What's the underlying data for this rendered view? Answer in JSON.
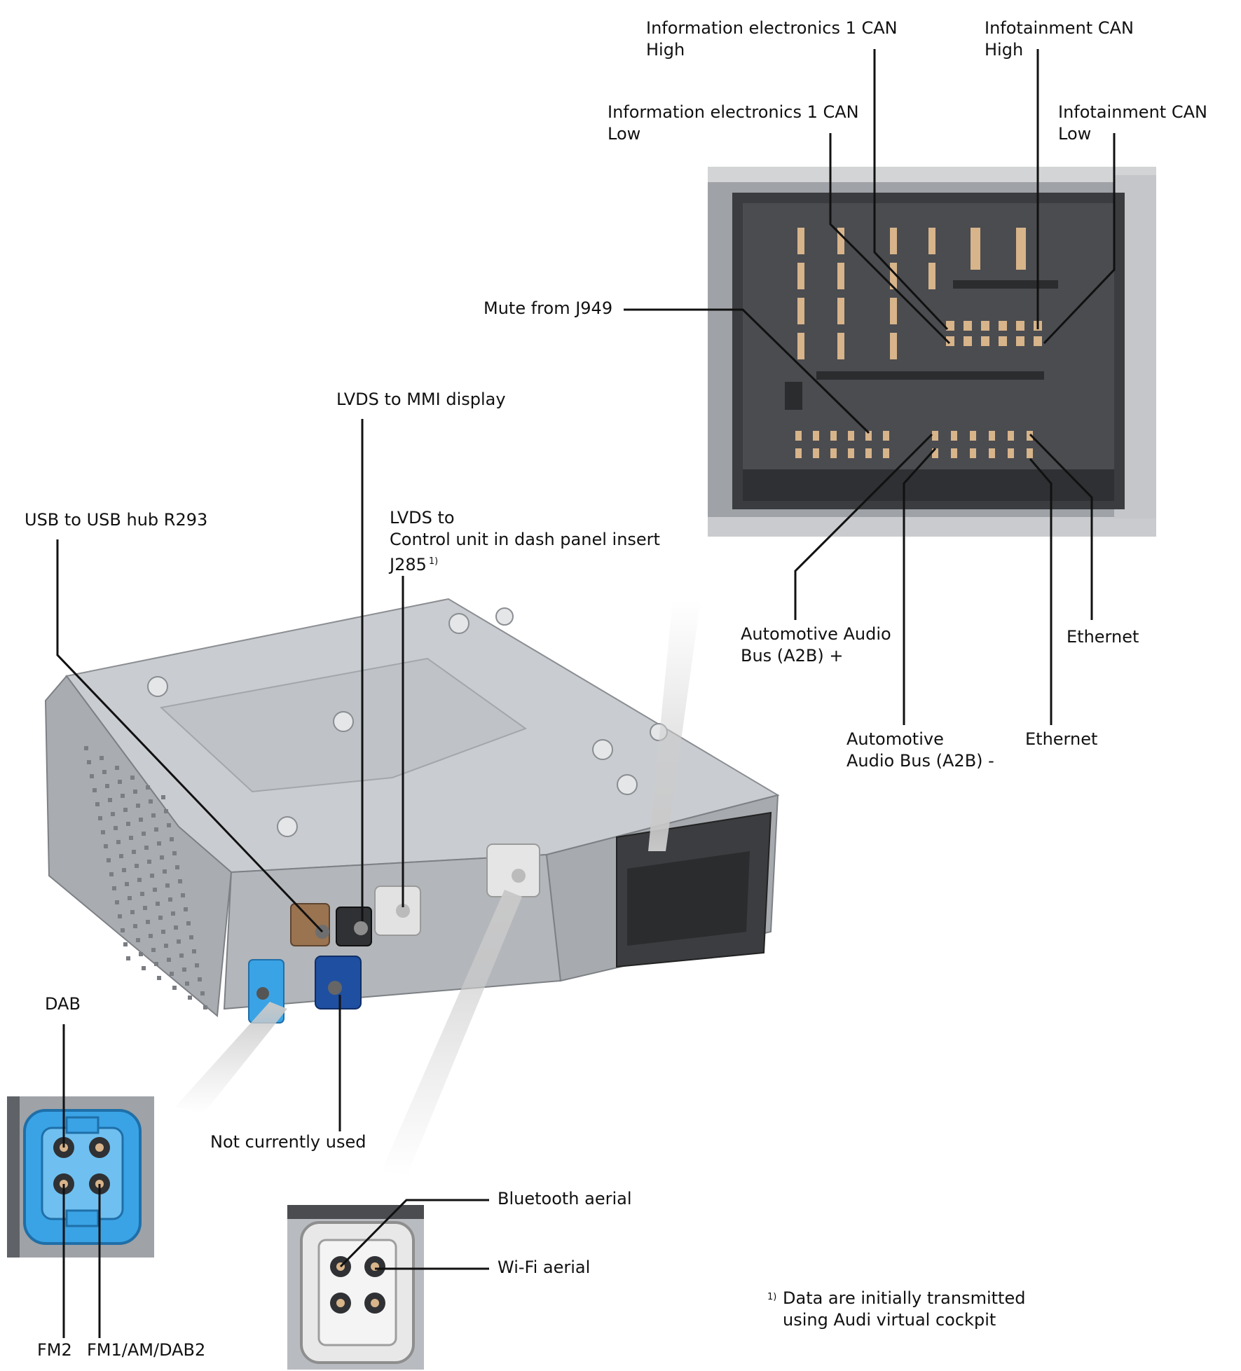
{
  "labels": {
    "info_can_high": {
      "line1": "Information electronics 1 CAN",
      "line2": "High"
    },
    "infotainment_can_high": {
      "line1": "Infotainment CAN",
      "line2": "High"
    },
    "info_can_low": {
      "line1": "Information electronics 1 CAN",
      "line2": "Low"
    },
    "infotainment_can_low": {
      "line1": "Infotainment CAN",
      "line2": "Low"
    },
    "mute": "Mute from J949",
    "lvds_mmi": "LVDS to MMI display",
    "lvds_control": {
      "line1": "LVDS to",
      "line2": "Control unit in dash panel insert",
      "line3": "J285",
      "superscript": "1)"
    },
    "usb": "USB to USB hub R293",
    "a2b_plus": {
      "line1": "Automotive Audio",
      "line2": "Bus (A2B) +"
    },
    "ethernet_1": "Ethernet",
    "a2b_minus": {
      "line1": "Automotive",
      "line2": "Audio Bus (A2B) -"
    },
    "ethernet_2": "Ethernet",
    "dab": "DAB",
    "not_used": "Not currently used",
    "bluetooth": "Bluetooth aerial",
    "wifi": "Wi-Fi aerial",
    "fm2": "FM2",
    "fm1": "FM1/AM/DAB2"
  },
  "footnote": {
    "marker": "1)",
    "line1": "Data are initially transmitted",
    "line2": "using Audi virtual cockpit"
  },
  "colors": {
    "housing": "#b9bcc0",
    "connector_dark": "#2f3134",
    "pin": "#d8b48a",
    "dab_blue": "#3aa3e6",
    "navy": "#1f4fa0",
    "brown": "#9a7350",
    "grey_plug": "#d9d9d9"
  }
}
